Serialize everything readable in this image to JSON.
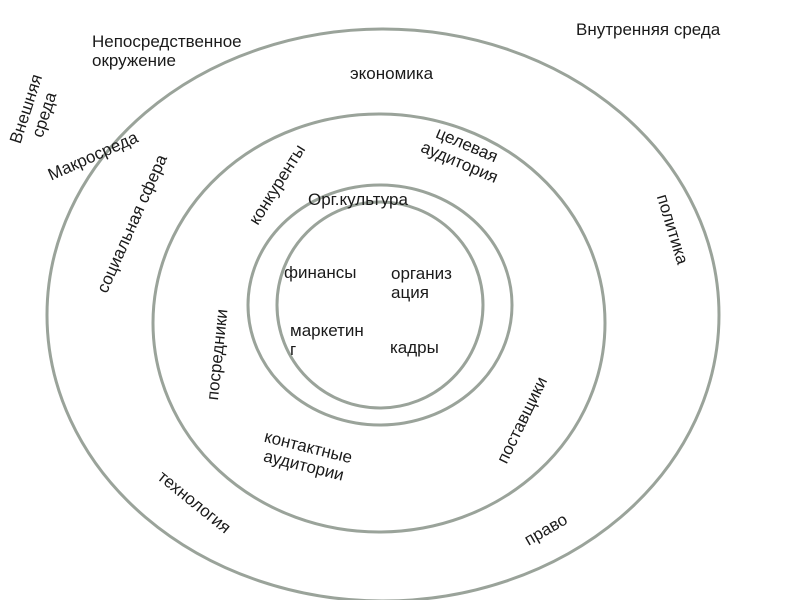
{
  "labels": {
    "internal_env": "Внутренняя среда",
    "immediate_env_line1": "Непосредственное",
    "immediate_env_line2": "окружение",
    "external_env_line1": "Внешняя",
    "external_env_line2": "среда",
    "macro_env": "Макросреда",
    "economy": "экономика",
    "politics": "политика",
    "law": "право",
    "technology": "технология",
    "social_sphere": "социальная сфера",
    "competitors": "конкуренты",
    "target_audience_line1": "целевая",
    "target_audience_line2": "аудитория",
    "suppliers": "поставщики",
    "contact_audiences_line1": "контактные",
    "contact_audiences_line2": "аудитории",
    "intermediaries": "посредники",
    "org_culture": "Орг.культура",
    "finance": "финансы",
    "organization_line1": "организ",
    "organization_line2": "ация",
    "marketing_line1": "маркетин",
    "marketing_line2": "г",
    "personnel": "кадры"
  },
  "colors": {
    "ring_stroke": "#9aa39a",
    "text": "#1a1a1a"
  }
}
